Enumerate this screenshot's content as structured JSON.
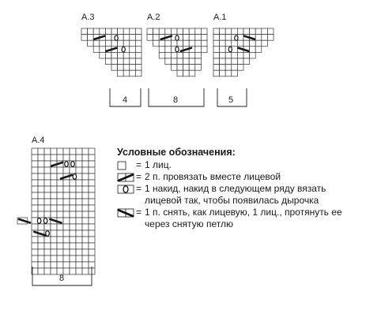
{
  "charts": [
    {
      "title": "A.3",
      "repeat": "4"
    },
    {
      "title": "A.2",
      "repeat": "8"
    },
    {
      "title": "A.1",
      "repeat": "5"
    },
    {
      "title": "A.4",
      "repeat": "8"
    }
  ],
  "legend": {
    "title": "Условные обозначения:",
    "items": [
      {
        "symbol": "knit",
        "text": "1 лиц."
      },
      {
        "symbol": "k2tog",
        "text": "2 п. провязать вместе лицевой"
      },
      {
        "symbol": "yarn-over",
        "text": "1 накид, накид в следующем ряду вязать лицевой так, чтобы появилась дырочка"
      },
      {
        "symbol": "skp",
        "text": "1 п. снять, как лицевую, 1 лиц., протянуть ее через снятую петлю"
      }
    ],
    "equals": "="
  },
  "colors": {
    "ink": "#1a1a1a",
    "grid": "#333333"
  }
}
